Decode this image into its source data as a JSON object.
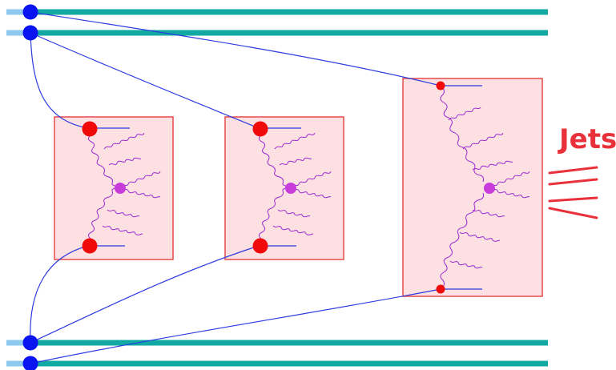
{
  "labels": {
    "jets": "Jets"
  },
  "colors": {
    "beam": "#11a9a2",
    "beam_stub": "#8ec9f0",
    "proton_node": "#0a14f0",
    "parton_line": "#2c3be0",
    "box_fill": "#fde0e2",
    "box_stroke": "#e64a4a",
    "vertex_red": "#f00a0a",
    "gluon": "#9a2ad0",
    "blob": "#c83cdc",
    "jets": "#e8313a"
  },
  "icons": {
    "proton": "blue-dot",
    "vertex": "red-dot",
    "gluon": "curly-line",
    "interaction": "magenta-blob"
  }
}
